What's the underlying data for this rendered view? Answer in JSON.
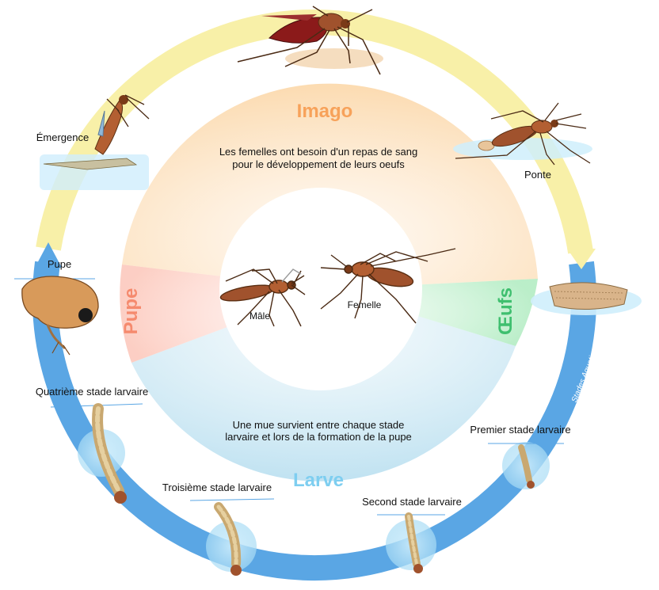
{
  "stages": {
    "imago": "Imago",
    "oeufs": "Œufs",
    "larve": "Larve",
    "pupe": "Pupe"
  },
  "ring_label": "Stades Aquatiques",
  "center": {
    "male": "Mâle",
    "female": "Femelle"
  },
  "notes": {
    "imago_line1": "Les femelles ont besoin d'un repas de sang",
    "imago_line2": "pour le développement de leurs oeufs",
    "larve_line1": "Une mue survient entre chaque stade",
    "larve_line2": "larvaire et lors de la formation de la pupe"
  },
  "labels": {
    "emergence": "Émergence",
    "ponte": "Ponte",
    "pupe": "Pupe",
    "quatrieme": "Quatrième stade larvaire",
    "premier": "Premier stade larvaire",
    "troisieme": "Troisième stade larvaire",
    "second": "Second stade larvaire"
  },
  "colors": {
    "imago": "#f7a25a",
    "oeufs": "#3fbf6f",
    "larve": "#7ecef0",
    "pupe": "#f58a6e",
    "aquatic_ring": "#5aa6e4",
    "terrestrial_ring": "#f8f0a8",
    "mosquito_body": "#a0522d"
  },
  "icons": {
    "imago_top": "blood-feeding-mosquito-icon",
    "emergence": "emerging-mosquito-icon",
    "ponte": "egg-laying-mosquito-icon",
    "eggs": "egg-raft-icon",
    "pupa": "pupa-icon",
    "larva": "larva-icon"
  }
}
